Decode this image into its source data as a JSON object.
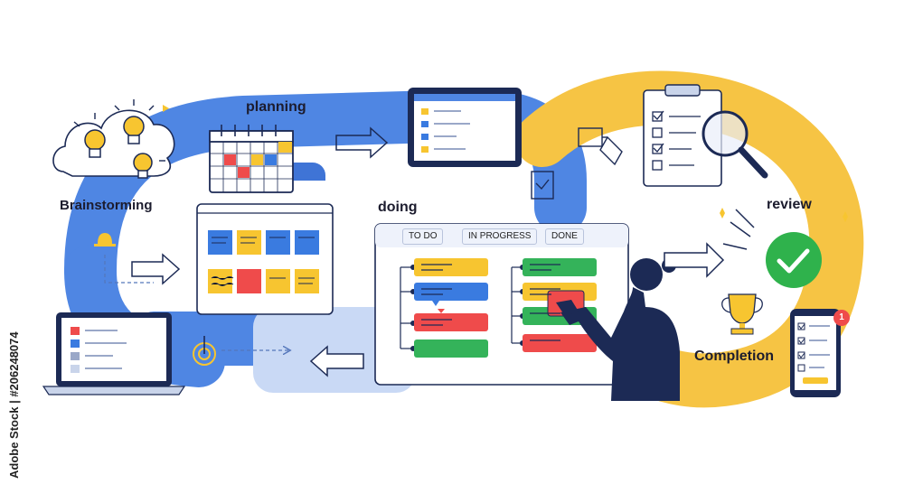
{
  "stages": {
    "brainstorming": "Brainstorming",
    "planning": "planning",
    "doing": "doing",
    "review": "review",
    "completion": "Completion"
  },
  "board": {
    "columns": [
      "TO DO",
      "IN PROGRESS",
      "DONE"
    ]
  },
  "notification_count": "1",
  "stock_id": "Adobe Stock | #206248074",
  "colors": {
    "blue_track": "#4f86e3",
    "yellow_track": "#f6c444",
    "navy": "#1c2a55",
    "card_yellow": "#f7c530",
    "card_red": "#ef4b4b",
    "card_green": "#34b35a",
    "card_blue": "#3a7be0",
    "check_green": "#2fb24c"
  },
  "icons": [
    "lightbulb-cloud-icon",
    "calendar-icon",
    "arrow-right-icon",
    "tablet-icon",
    "sticky-notes-board-icon",
    "laptop-icon",
    "kanban-board-icon",
    "person-silhouette-icon",
    "clipboard-checklist-icon",
    "magnifier-icon",
    "check-circle-icon",
    "trophy-icon",
    "smartphone-icon",
    "touch-icon",
    "cursor-icon",
    "clipboard-icon",
    "bell-icon"
  ]
}
